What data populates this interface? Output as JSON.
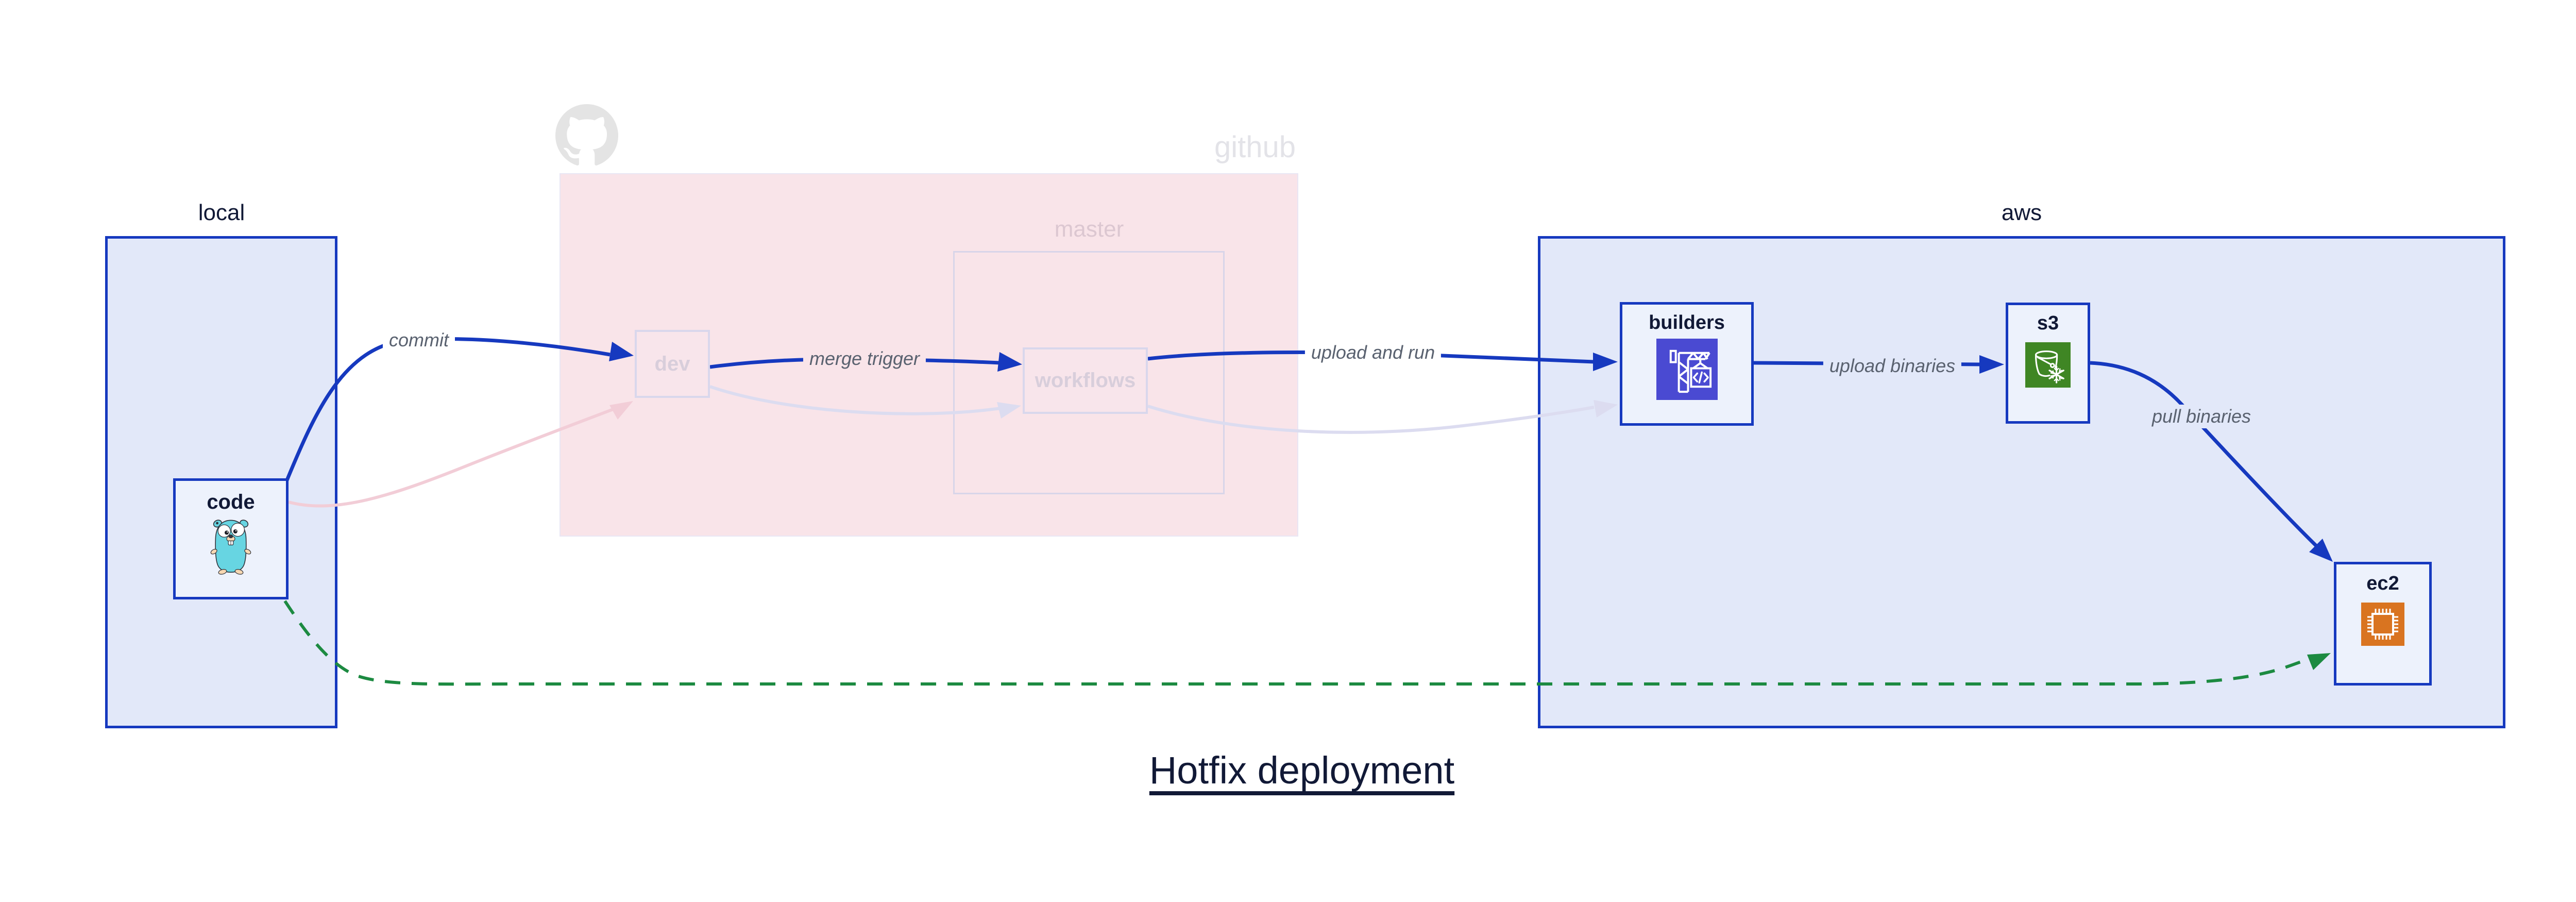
{
  "title": "Hotfix deployment",
  "regions": {
    "local": {
      "label": "local"
    },
    "github": {
      "label": "github"
    },
    "master": {
      "label": "master"
    },
    "aws": {
      "label": "aws"
    }
  },
  "nodes": {
    "code": {
      "label": "code",
      "icon": "go-gopher-icon"
    },
    "dev": {
      "label": "dev"
    },
    "workflows": {
      "label": "workflows"
    },
    "builders": {
      "label": "builders",
      "icon": "codebuild-crane-icon"
    },
    "s3": {
      "label": "s3",
      "icon": "s3-glacier-bucket-icon"
    },
    "ec2": {
      "label": "ec2",
      "icon": "ec2-chip-icon"
    }
  },
  "edges": {
    "commit": {
      "label": "commit",
      "from": "code",
      "to": "dev",
      "style": "solid-blue"
    },
    "merge_trigger": {
      "label": "merge trigger",
      "from": "dev",
      "to": "workflows",
      "style": "solid-blue"
    },
    "upload_and_run": {
      "label": "upload and run",
      "from": "workflows",
      "to": "builders",
      "style": "solid-blue"
    },
    "upload_binaries": {
      "label": "upload binaries",
      "from": "builders",
      "to": "s3",
      "style": "solid-blue"
    },
    "pull_binaries": {
      "label": "pull binaries",
      "from": "s3",
      "to": "ec2",
      "style": "solid-blue"
    },
    "hotfix_direct": {
      "label": "",
      "from": "code",
      "to": "ec2",
      "style": "dashed-green"
    },
    "faded_commit": {
      "label": "",
      "from": "code",
      "to": "dev",
      "style": "faded-pink"
    },
    "faded_merge": {
      "label": "",
      "from": "dev",
      "to": "workflows",
      "style": "faded-lavender"
    },
    "faded_upload": {
      "label": "",
      "from": "workflows",
      "to": "builders",
      "style": "faded-lavender"
    }
  },
  "colors": {
    "accent_blue": "#1639bf",
    "navy_text": "#111936",
    "container_fill": "#e2e8f9",
    "node_fill": "#edf2fc",
    "github_pink": "#f9e4e9",
    "faded_border": "#d9d7ec",
    "faded_pink_edge": "#f2cdd7",
    "faded_lavender_edge": "#dcdcf0",
    "edge_label_gray": "#59616f",
    "hotfix_green": "#1c8a41",
    "codebuild_indigo": "#4a4ad2",
    "s3_green": "#3f8624",
    "ec2_orange": "#d97420",
    "github_gray": "#e4e4e4"
  }
}
